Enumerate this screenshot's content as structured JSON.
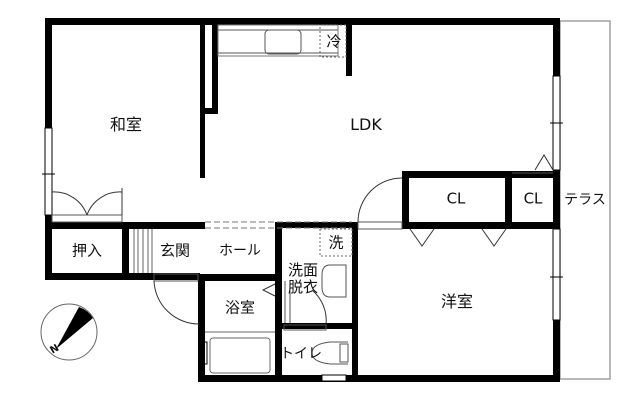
{
  "rooms": {
    "washitsu": "和室",
    "ldk": "LDK",
    "closet_1": "CL",
    "closet_2": "CL",
    "terrace": "テラス",
    "oshiire": "押入",
    "genkan": "玄関",
    "hall": "ホール",
    "bathroom": "浴室",
    "washroom_line1": "洗面",
    "washroom_line2": "脱衣",
    "toilet": "トイレ",
    "yoshitsu": "洋室"
  },
  "fixtures": {
    "refrigerator": "冷",
    "washing_machine": "洗"
  },
  "compass": {
    "label": "N"
  },
  "colors": {
    "wall": "#000000",
    "line": "#555555",
    "background": "#ffffff"
  }
}
